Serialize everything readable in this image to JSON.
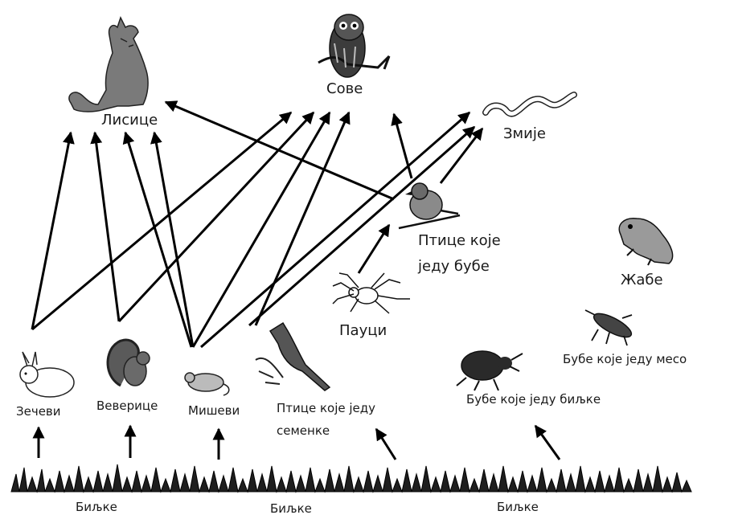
{
  "labels": {
    "foxes": "Лисице",
    "owls": "Сове",
    "snakes": "Змије",
    "insect_birds_1": "Птице које",
    "insect_birds_2": "једу бубе",
    "frogs": "Жабе",
    "spiders": "Пауци",
    "meat_beetles": "Бубе које једу месо",
    "rabbits": "Зечеви",
    "squirrels": "Веверице",
    "mice": "Мишеви",
    "seed_birds_1": "Птице које једу",
    "seed_birds_2": "семенке",
    "plant_beetles": "Бубе које једу биљке",
    "plants_left": "Биљке",
    "plants_mid": "Биљке",
    "plants_right": "Биљке"
  },
  "icons": [
    "fox-icon",
    "owl-icon",
    "snake-icon",
    "bird-icon",
    "frog-icon",
    "spider-icon",
    "beetle-icon",
    "rabbit-icon",
    "squirrel-icon",
    "mouse-icon",
    "cardinal-icon",
    "grass-icon"
  ],
  "colors": {
    "ink": "#000000",
    "text": "#1a1a1a"
  }
}
